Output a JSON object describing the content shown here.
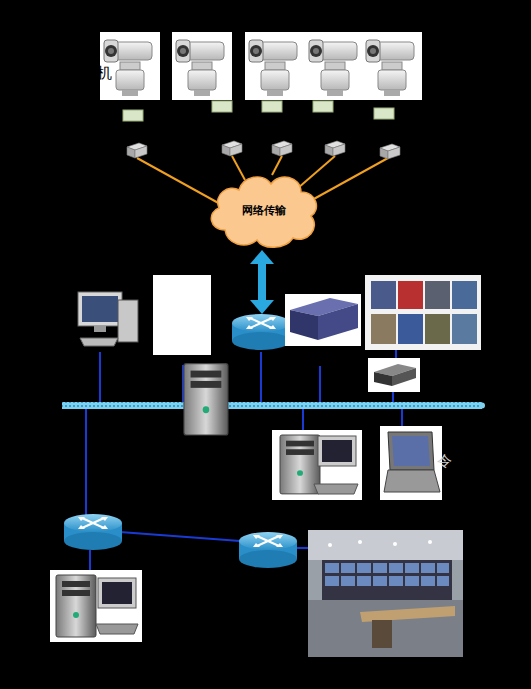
{
  "diagram": {
    "nodes": [
      {
        "text": [
          "网络传输"
        ]
      }
    ],
    "labels": [
      "机",
      "令"
    ]
  }
}
